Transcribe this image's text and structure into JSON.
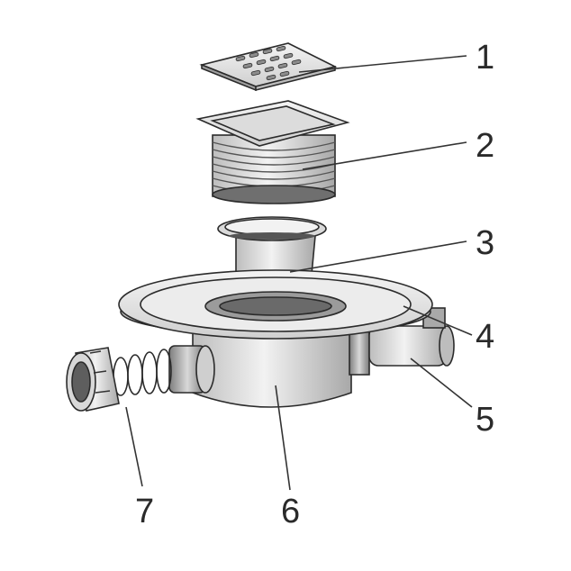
{
  "parts": [
    {
      "id": "1",
      "label": "1"
    },
    {
      "id": "2",
      "label": "2"
    },
    {
      "id": "3",
      "label": "3"
    },
    {
      "id": "4",
      "label": "4"
    },
    {
      "id": "5",
      "label": "5"
    },
    {
      "id": "6",
      "label": "6"
    },
    {
      "id": "7",
      "label": "7"
    }
  ],
  "colors": {
    "metal_light": "#e6e6e6",
    "metal_mid": "#cfcfcf",
    "metal_dark": "#9a9a9a",
    "outline": "#2b2b2b"
  }
}
